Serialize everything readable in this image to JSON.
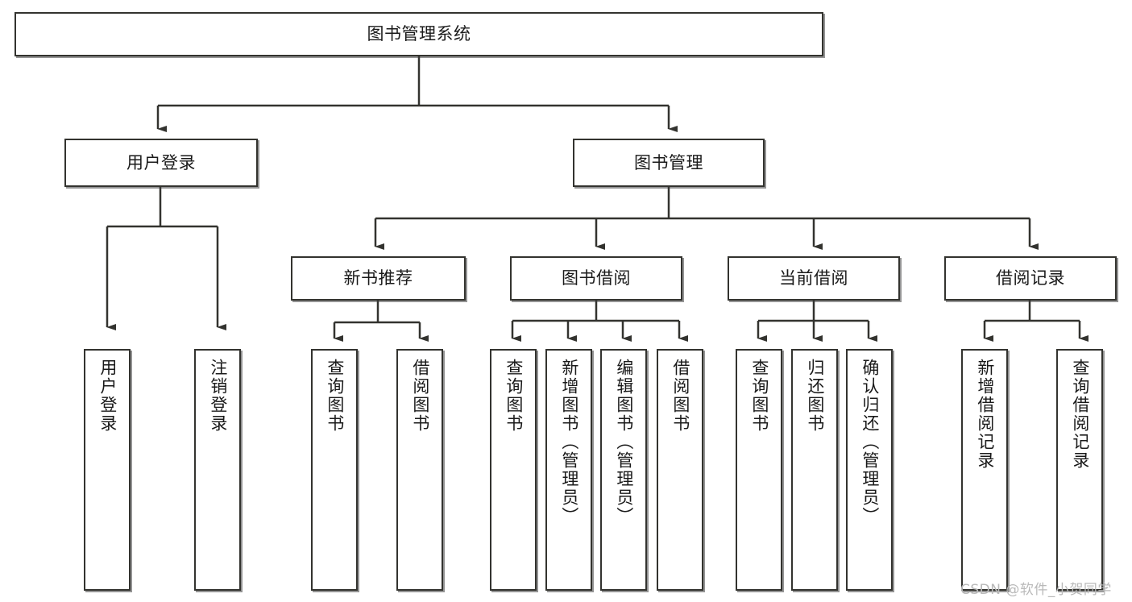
{
  "diagram": {
    "title": "图书管理系统",
    "type": "tree-hierarchy-chart",
    "orientation": "top-down",
    "colors": {
      "node_border": "#33332f",
      "node_fill": "#ffffff",
      "edge": "#33332f",
      "text": "#1a1a1a",
      "watermark": "#b9b9b9",
      "background": "#ffffff"
    },
    "nodes": {
      "root": {
        "label": "图书管理系统"
      },
      "level2": [
        {
          "label": "用户登录"
        },
        {
          "label": "图书管理"
        }
      ],
      "level3": [
        {
          "label": "新书推荐"
        },
        {
          "label": "图书借阅"
        },
        {
          "label": "当前借阅"
        },
        {
          "label": "借阅记录"
        }
      ],
      "leaves": {
        "user_login": [
          {
            "label": "用户登录"
          },
          {
            "label": "注销登录"
          }
        ],
        "new_book_recommend": [
          {
            "label": "查询图书"
          },
          {
            "label": "借阅图书"
          }
        ],
        "book_borrow": [
          {
            "label": "查询图书"
          },
          {
            "label": "新增图书（管理员）"
          },
          {
            "label": "编辑图书（管理员）"
          },
          {
            "label": "借阅图书"
          }
        ],
        "current_borrow": [
          {
            "label": "查询图书"
          },
          {
            "label": "归还图书"
          },
          {
            "label": "确认归还（管理员）"
          }
        ],
        "borrow_record": [
          {
            "label": "新增借阅记录"
          },
          {
            "label": "查询借阅记录"
          }
        ]
      }
    },
    "watermark": "CSDN @软件_小贺同学"
  }
}
